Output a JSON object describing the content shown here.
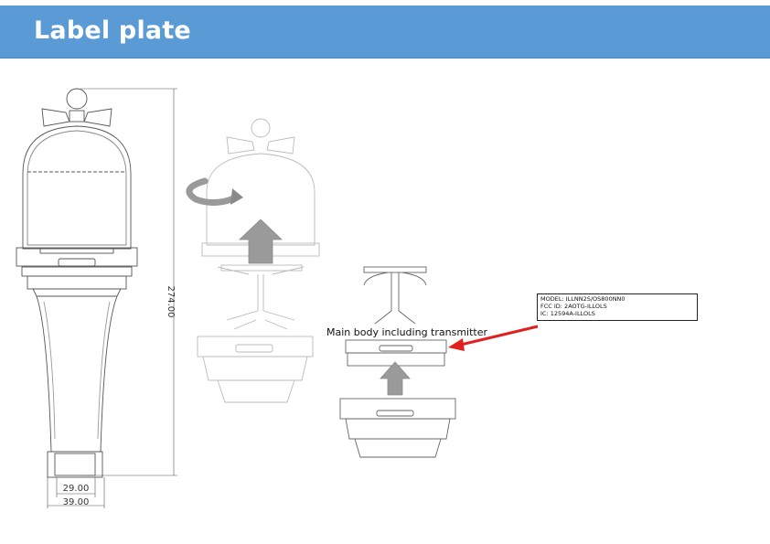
{
  "header": {
    "title": "Label plate"
  },
  "callout": {
    "text": "Main body including transmitter"
  },
  "label_plate": {
    "model": "MODEL: ILLNN2S/OS800NN0",
    "fcc_id": "FCC ID: 2AOTG-ILLOLS",
    "ic": "IC: 12594A-ILLOLS"
  },
  "dimensions": {
    "height": "274.00",
    "inner_width": "29.00",
    "outer_width": "39.00"
  },
  "colors": {
    "banner": "#5b9bd5",
    "arrow_red": "#e02020",
    "arrow_gray": "#9a9a9a"
  }
}
